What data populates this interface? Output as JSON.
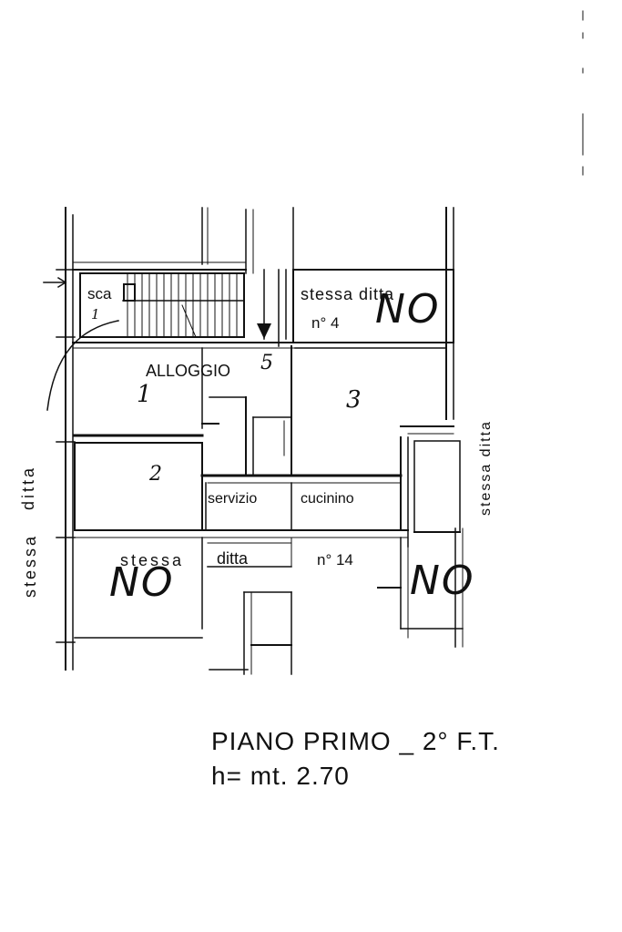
{
  "labels": {
    "scala": "sca",
    "stair_n": "1",
    "alloggio": "ALLOGGIO",
    "alloggio_n": "5",
    "stessa_ditta_top": "stessa ditta",
    "n4": "n° 4",
    "room_1": "1",
    "room_2": "2",
    "room_3": "3",
    "servizio": "servizio",
    "cucinino": "cucinino",
    "stessa": "stessa",
    "ditta": "ditta",
    "n14": "n° 14",
    "left_stessa": "stessa",
    "left_ditta": "ditta",
    "right_stessa_ditta": "stessa ditta"
  },
  "annotations": {
    "no_top": "NO",
    "no_left": "NO",
    "no_right": "NO"
  },
  "caption": {
    "line1": "PIANO PRIMO _ 2° F.T.",
    "line2": "h= mt. 2.70"
  },
  "colors": {
    "ink": "#111111",
    "paper": "#ffffff"
  }
}
